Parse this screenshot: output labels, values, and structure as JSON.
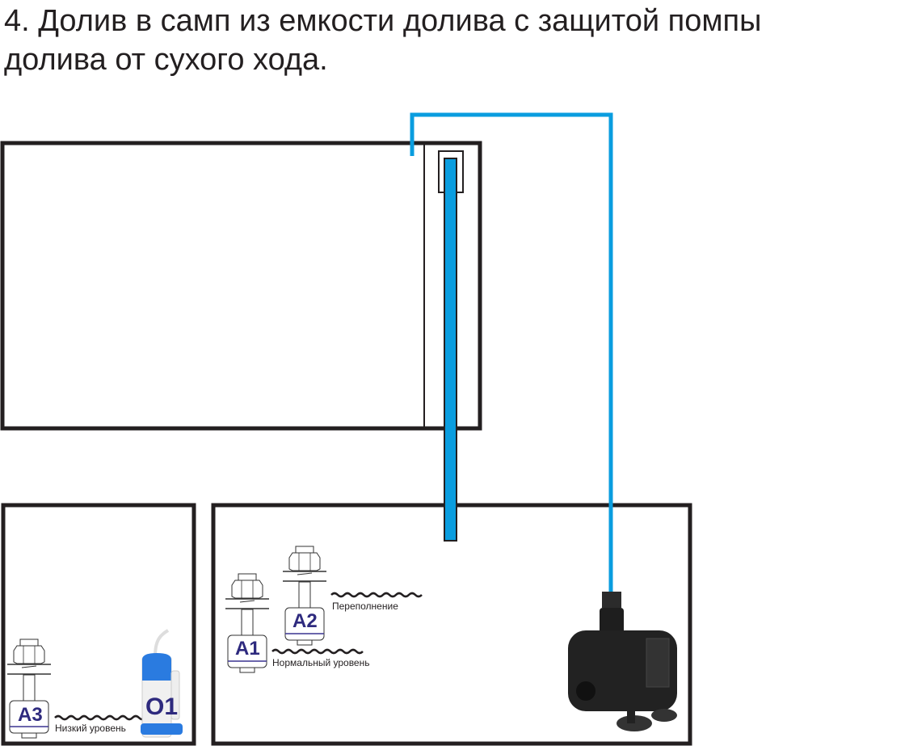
{
  "title_line1": "4. Долив в самп из емкости долива с защитой помпы",
  "title_line2": "долива от сухого хода.",
  "sensors": {
    "a1": "A1",
    "a2": "A2",
    "a3": "A3",
    "o1": "O1"
  },
  "labels": {
    "overflow": "Переполнение",
    "normal": "Нормальный уровень",
    "low": "Низкий уровень"
  },
  "colors": {
    "pipe": "#0a9ddf",
    "outline": "#231f20",
    "sensor_text": "#2e2a7e",
    "pump_blue": "#2a7be0"
  }
}
